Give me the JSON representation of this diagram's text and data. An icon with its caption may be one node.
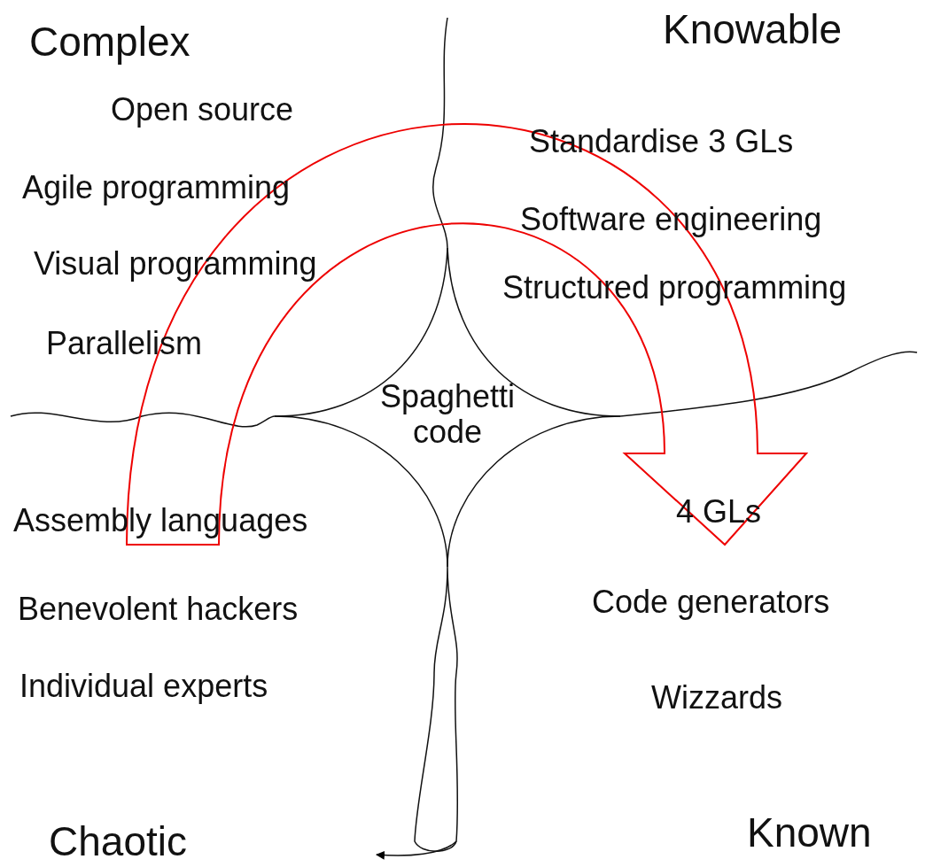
{
  "diagram": {
    "labels": [
      "Complex",
      "Knowable",
      "Open source",
      "Standardise 3 GLs",
      "Agile programming",
      "Software engineering",
      "Visual programming",
      "Structured programming",
      "Parallelism",
      "Spaghetti code",
      "Assembly languages",
      "4 GLs",
      "Benevolent hackers",
      "Code generators",
      "Individual experts",
      "Wizzards",
      "Chaotic",
      "Known"
    ]
  }
}
